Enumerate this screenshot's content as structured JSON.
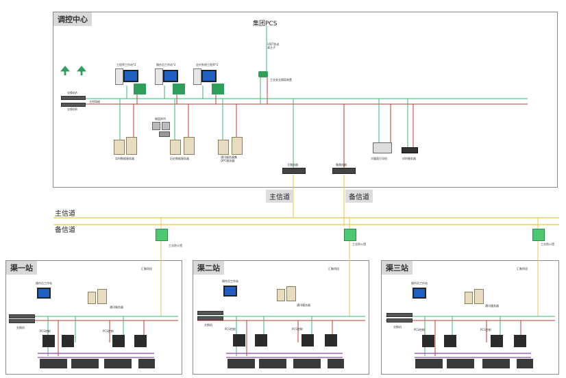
{
  "control_center": {
    "title": "调控中心",
    "group_pcs": "集团PCS",
    "vpn_label": "VIQT协议\n高主子",
    "router_label": "工业安全隔离装置",
    "ring_label": "主控网络",
    "switch_a": "交换机A",
    "switch_b": "交换机B",
    "ws1": "工程师工作站*2",
    "ws2": "操作员工作站*2",
    "ws3": "应对系统工程师*2",
    "server1": "实时数据服务器",
    "server2": "历史数据服务器",
    "server3": "通讯服务器集\nOPC服务器",
    "storage": "磁盘阵列",
    "router_main": "主路由器",
    "router_backup": "备路由器",
    "printer": "大幅面打印机",
    "clock": "对时服务器"
  },
  "channels": {
    "main_badge": "主信道",
    "backup_badge": "备信道",
    "main_line": "主信道",
    "backup_line": "备信道"
  },
  "stations": [
    {
      "title": "渠一站",
      "agg": "汇聚四班",
      "ws": "操作员工作站",
      "server": "通讯服务器",
      "switch": "交换机",
      "pcs1": "PCS控制",
      "pcs2": "PCS控制",
      "fw": "工业防火墙"
    },
    {
      "title": "渠二站",
      "agg": "汇聚四班",
      "ws": "操作员工作站",
      "server": "通讯服务器",
      "switch": "交换机",
      "pcs1": "PCS控制",
      "pcs2": "PCS控制",
      "fw": "工业防火墙"
    },
    {
      "title": "渠三站",
      "agg": "汇聚四班",
      "ws": "操作员工作站",
      "server": "通讯服务器",
      "switch": "交换机",
      "pcs1": "PCS控制",
      "pcs2": "PCS控制",
      "fw": "工业防火墙"
    }
  ],
  "colors": {
    "green": "#3cb371",
    "red": "#c0392b",
    "yellow": "#e5c44a",
    "purple": "#8e44ad"
  }
}
